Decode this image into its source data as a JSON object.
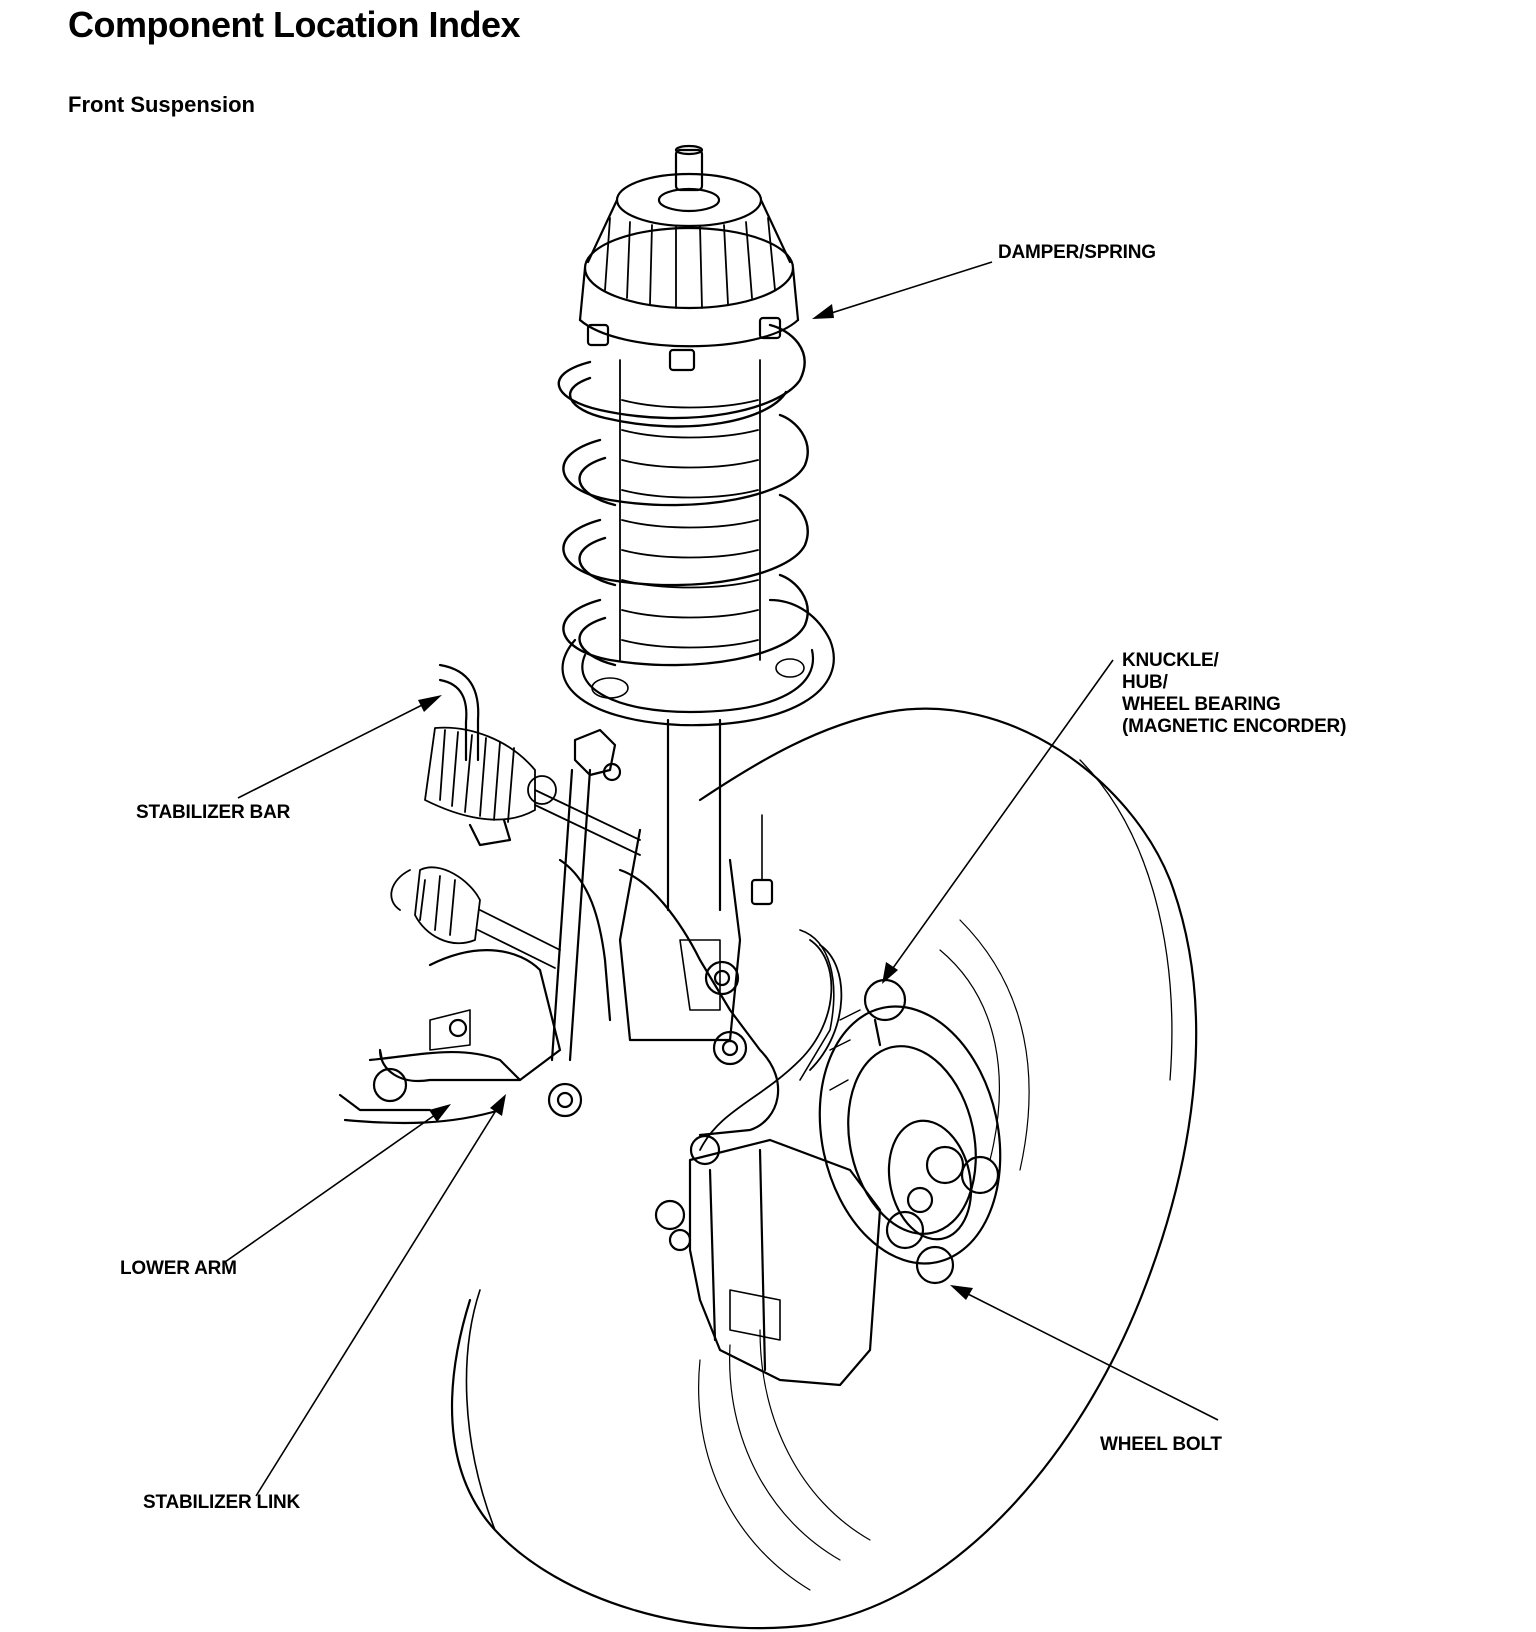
{
  "page": {
    "title": "Component Location Index",
    "subtitle": "Front Suspension"
  },
  "callouts": {
    "damper_spring": "DAMPER/SPRING",
    "knuckle_lines": [
      "KNUCKLE/",
      "HUB/",
      "WHEEL BEARING",
      "(MAGNETIC ENCORDER)"
    ],
    "stabilizer_bar": "STABILIZER BAR",
    "lower_arm": "LOWER ARM",
    "stabilizer_link": "STABILIZER LINK",
    "wheel_bolt": "WHEEL BOLT"
  },
  "colors": {
    "ink": "#000000",
    "paper": "#ffffff"
  }
}
